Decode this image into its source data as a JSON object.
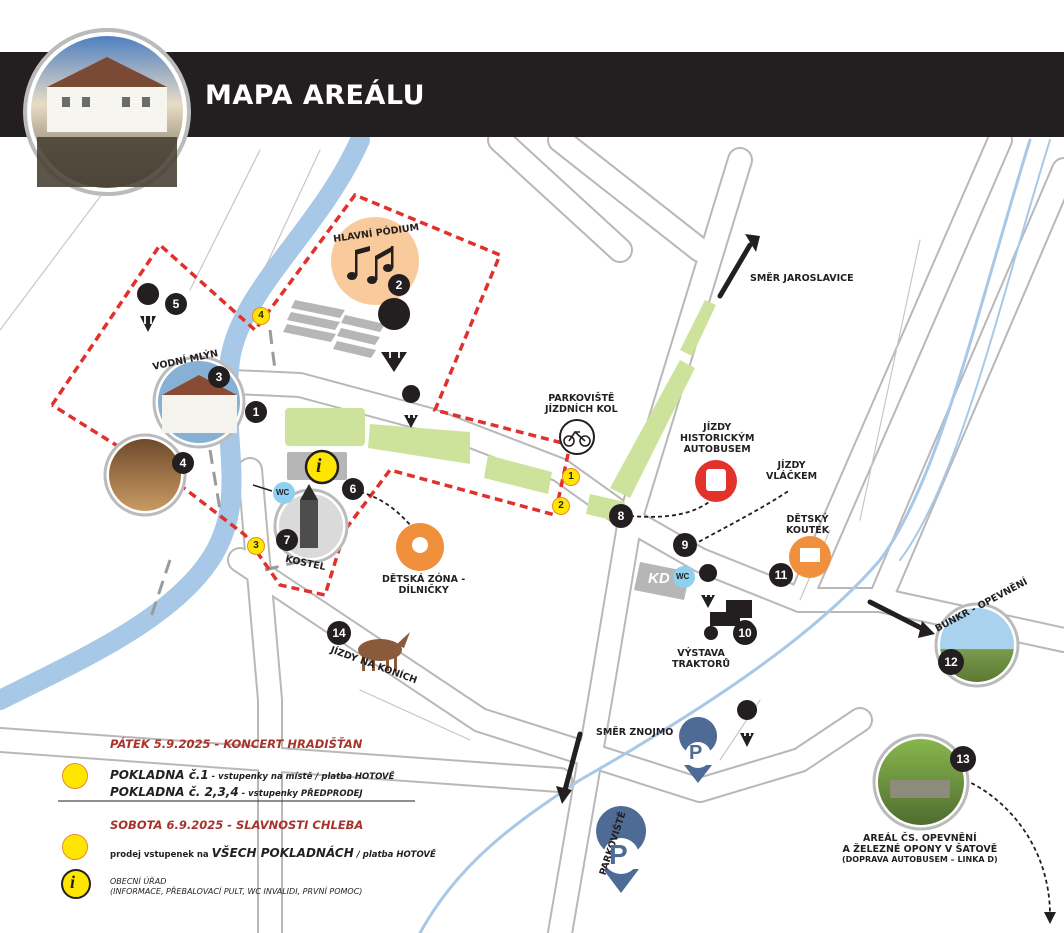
{
  "header": {
    "title": "MAPA AREÁLU"
  },
  "labels": {
    "hlavni_podium": "HLAVNÍ PÓDIUM",
    "vodni_mlyn": "VODNÍ MLÝN",
    "kostel": "KOSTEL",
    "detska_zona_1": "DĚTSKÁ ZÓNA -",
    "detska_zona_2": "DÍLNIČKY",
    "jizdy_na_konich": "JÍZDY NA KONÍCH",
    "parkoviste_kol_1": "PARKOVIŠTĚ",
    "parkoviste_kol_2": "JÍZDNÍCH KOL",
    "jizdy_bus_1": "JÍZDY",
    "jizdy_bus_2": "HISTORICKÝM",
    "jizdy_bus_3": "AUTOBUSEM",
    "jizdy_vlackem_1": "JÍZDY",
    "jizdy_vlackem_2": "VLÁČKEM",
    "detsky_koutek_1": "DĚTSKÝ",
    "detsky_koutek_2": "KOUTEK",
    "smer_jaroslavice": "SMĚR JAROSLAVICE",
    "smer_znojmo": "SMĚR ZNOJMO",
    "bunkr": "BUNKR - OPEVNĚNÍ",
    "vystava_1": "VÝSTAVA",
    "vystava_2": "TRAKTORŮ",
    "parkoviste": "PARKOVIŠTĚ",
    "kd": "KD",
    "wc": "WC",
    "areal_1": "AREÁL ČS. OPEVNĚNÍ",
    "areal_2": "A ŽELEZNÉ OPONY V ŠATOVĚ",
    "areal_3": "(DOPRAVA AUTOBUSEM – LINKA D)",
    "info": "i",
    "parking": "P"
  },
  "markers": {
    "m1": "1",
    "m2": "2",
    "m3": "3",
    "m4": "4",
    "m5": "5",
    "m6": "6",
    "m7": "7",
    "m8": "8",
    "m9": "9",
    "m10": "10",
    "m11": "11",
    "m12": "12",
    "m13": "13",
    "m14": "14"
  },
  "pokladny": {
    "p1": "1",
    "p2": "2",
    "p3": "3",
    "p4": "4"
  },
  "legend": {
    "friday_title": "PÁTEK 5.9.2025 - KONCERT HRADIŠŤAN",
    "p1_bold": "POKLADNA č.1",
    "p1_small": " - vstupenky na místě / platba HOTOVĚ",
    "p234_bold": "POKLADNA č. 2,3,4",
    "p234_small": " - vstupenky PŘEDPRODEJ",
    "saturday_title": "SOBOTA 6.9.2025 - SLAVNOSTI CHLEBA",
    "sat_small": "prodej vstupenek na ",
    "sat_bold": "VŠECH POKLADNÁCH",
    "sat_small2": " / platba HOTOVĚ",
    "info_line1": "OBECNÍ ÚŘAD",
    "info_line2": "(INFORMACE, PŘEBALOVACÍ PULT, WC INVALIDI, PRVNÍ POMOC)"
  },
  "colors": {
    "river": "#a7c8e6",
    "road": "#b8b8b8",
    "green": "#cde39c",
    "dashed_red": "#e0312c",
    "yellow": "#ffe600",
    "orange_light": "#f9cb9c",
    "orange": "#f1903c",
    "navy": "#4d6b95",
    "red_bus": "#e3312b",
    "dark": "#231f20"
  }
}
